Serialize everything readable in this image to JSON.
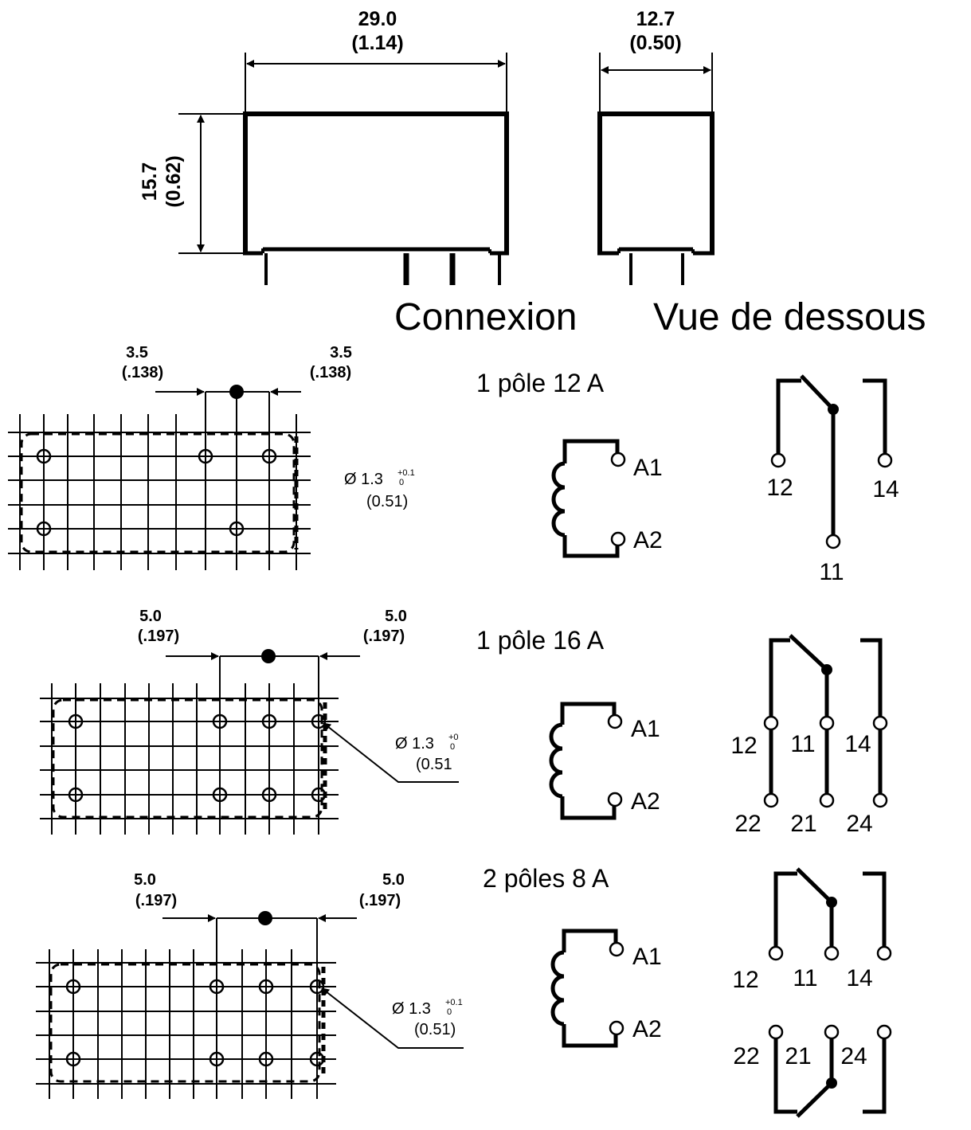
{
  "top": {
    "width_mm": "29.0",
    "width_in": "(1.14)",
    "depth_mm": "12.7",
    "depth_in": "(0.50)",
    "height_mm": "15.7",
    "height_in": "(0.62)"
  },
  "headings": {
    "connexion": "Connexion",
    "vue": "Vue de dessous"
  },
  "variants": [
    {
      "title": "1 pôle 12 A",
      "left_mm": "3.5",
      "left_in": "(.138)",
      "right_mm": "3.5",
      "right_in": "(.138)",
      "hole_text": "Ø 1.3",
      "hole_tol_up": "+0.1",
      "hole_tol_down": "0",
      "hole_in": "(0.51)",
      "coil": [
        "A1",
        "A2"
      ],
      "pins": [
        "12",
        "14",
        "11"
      ]
    },
    {
      "title": "1 pôle 16 A",
      "left_mm": "5.0",
      "left_in": "(.197)",
      "right_mm": "5.0",
      "right_in": "(.197)",
      "hole_text": "Ø 1.3",
      "hole_tol_up": "+0",
      "hole_tol_down": "0",
      "hole_in": "(0.51",
      "coil": [
        "A1",
        "A2"
      ],
      "pins": [
        "12",
        "11",
        "14",
        "22",
        "21",
        "24"
      ]
    },
    {
      "title": "2 pôles 8 A",
      "left_mm": "5.0",
      "left_in": "(.197)",
      "right_mm": "5.0",
      "right_in": "(.197)",
      "hole_text": "Ø 1.3",
      "hole_tol_up": "+0.1",
      "hole_tol_down": "0",
      "hole_in": "(0.51)",
      "coil": [
        "A1",
        "A2"
      ],
      "pins": [
        "12",
        "11",
        "14",
        "22",
        "21",
        "24"
      ]
    }
  ]
}
